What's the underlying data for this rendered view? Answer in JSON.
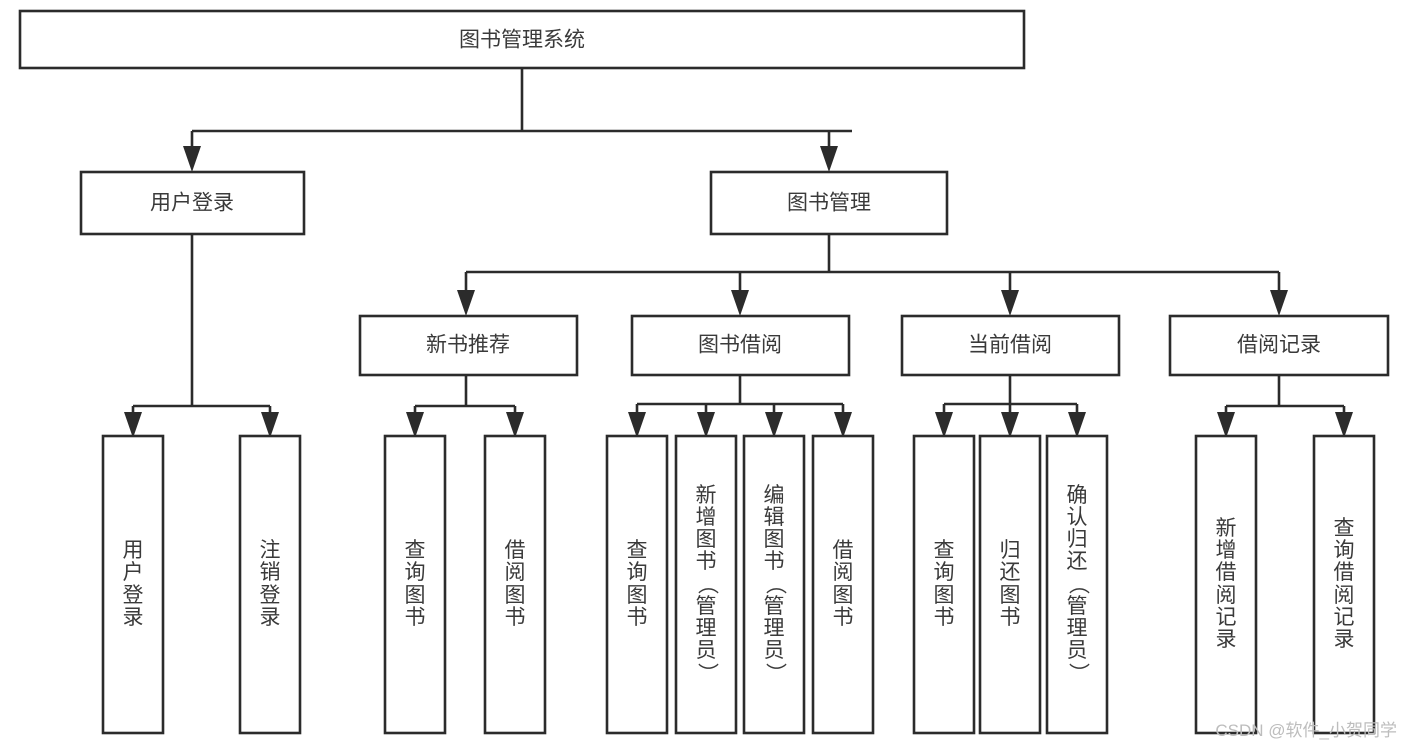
{
  "diagram": {
    "type": "tree-hierarchy",
    "title": "图书管理系统",
    "watermark": "CSDN @软件_小贺同学",
    "colors": {
      "box_stroke": "#2b2b2b",
      "box_fill": "#ffffff",
      "text": "#3a3a3a",
      "background": "#ffffff",
      "watermark": "#bdbdbd"
    },
    "levels": {
      "root": {
        "label": "图书管理系统"
      },
      "level2": [
        {
          "id": "user-login",
          "label": "用户登录"
        },
        {
          "id": "book-management",
          "label": "图书管理"
        }
      ],
      "level3": [
        {
          "id": "new-book-recommend",
          "label": "新书推荐",
          "parent": "book-management"
        },
        {
          "id": "book-borrow",
          "label": "图书借阅",
          "parent": "book-management"
        },
        {
          "id": "current-borrow",
          "label": "当前借阅",
          "parent": "book-management"
        },
        {
          "id": "borrow-record",
          "label": "借阅记录",
          "parent": "book-management"
        }
      ],
      "leaves": {
        "user-login": [
          {
            "id": "leaf-user-login",
            "label": "用户登录"
          },
          {
            "id": "leaf-logout-login",
            "label": "注销登录"
          }
        ],
        "new-book-recommend": [
          {
            "id": "leaf-query-book-1",
            "label": "查询图书"
          },
          {
            "id": "leaf-borrow-book-1",
            "label": "借阅图书"
          }
        ],
        "book-borrow": [
          {
            "id": "leaf-query-book-2",
            "label": "查询图书"
          },
          {
            "id": "leaf-add-book",
            "label": "新增图书（管理员）"
          },
          {
            "id": "leaf-edit-book",
            "label": "编辑图书（管理员）"
          },
          {
            "id": "leaf-borrow-book-2",
            "label": "借阅图书"
          }
        ],
        "current-borrow": [
          {
            "id": "leaf-query-book-3",
            "label": "查询图书"
          },
          {
            "id": "leaf-return-book",
            "label": "归还图书"
          },
          {
            "id": "leaf-confirm-return",
            "label": "确认归还（管理员）"
          }
        ],
        "borrow-record": [
          {
            "id": "leaf-add-record",
            "label": "新增借阅记录"
          },
          {
            "id": "leaf-query-record",
            "label": "查询借阅记录"
          }
        ]
      }
    }
  }
}
